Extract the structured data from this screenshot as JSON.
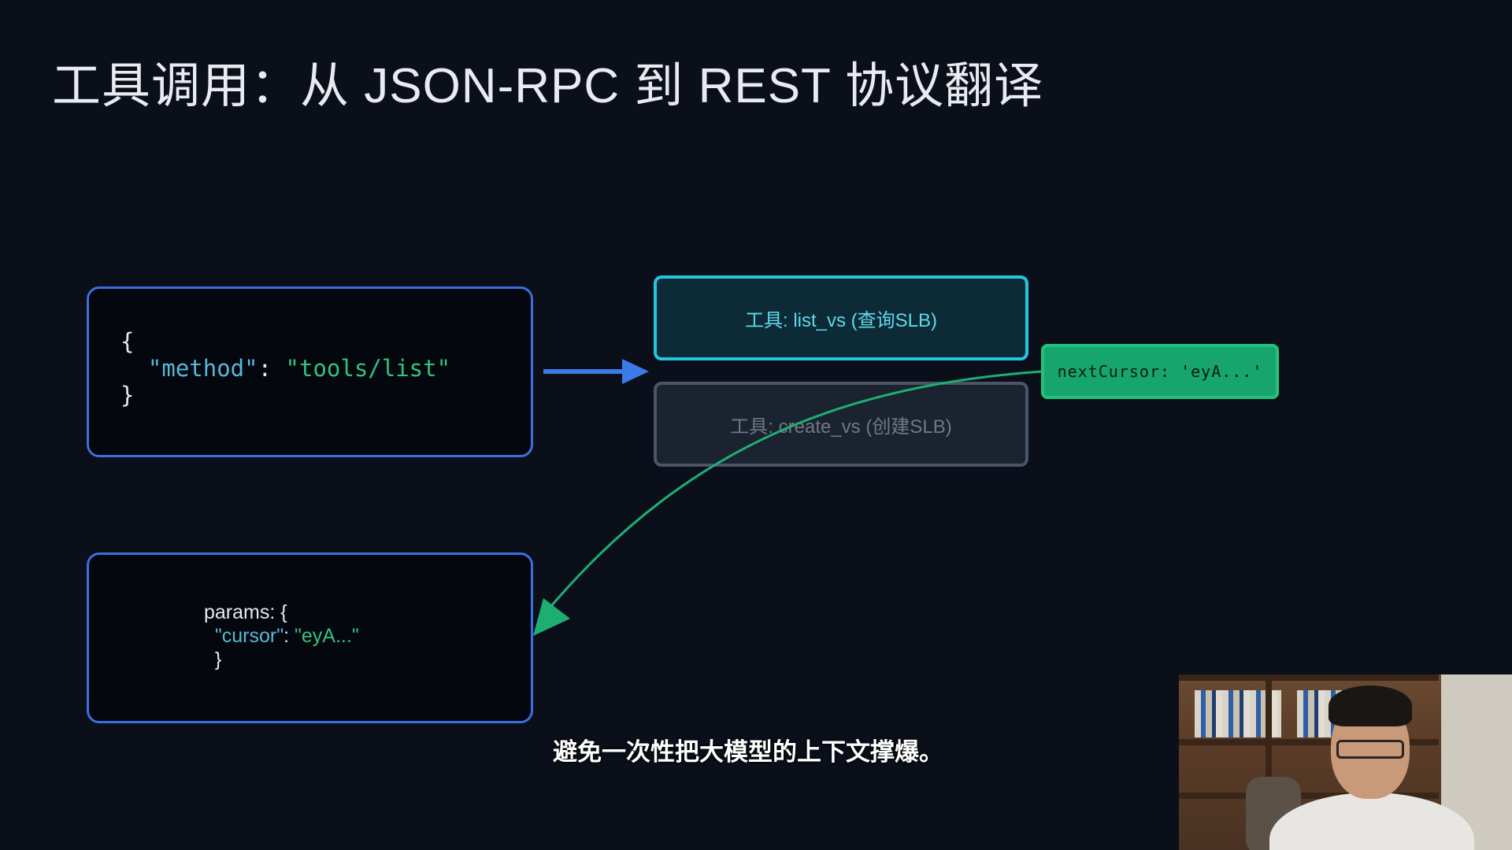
{
  "title": "工具调用：从 JSON-RPC 到 REST 协议翻译",
  "request": {
    "open_brace": "{",
    "key": "\"method\"",
    "colon": ": ",
    "value": "\"tools/list\"",
    "close_brace": "}"
  },
  "tools": [
    {
      "label": "工具: list_vs (查询SLB)",
      "state": "active"
    },
    {
      "label": "工具: create_vs (创建SLB)",
      "state": "inactive"
    }
  ],
  "cursor_badge": "nextCursor: 'eyA...'",
  "params": {
    "open": "params: {",
    "key": "\"cursor\"",
    "colon": ": ",
    "value": "\"eyA...\"",
    "close": "}"
  },
  "subtitle": "避免一次性把大模型的上下文撑爆。",
  "colors": {
    "background": "#0a0f1a",
    "box_border": "#3b6fe0",
    "arrow_blue": "#3b7be8",
    "active_border": "#22c7df",
    "inactive_border": "#4b5566",
    "badge_green": "#16a56c",
    "curve_green": "#1fae72",
    "code_key": "#58b8d8",
    "code_value": "#33c27f"
  }
}
